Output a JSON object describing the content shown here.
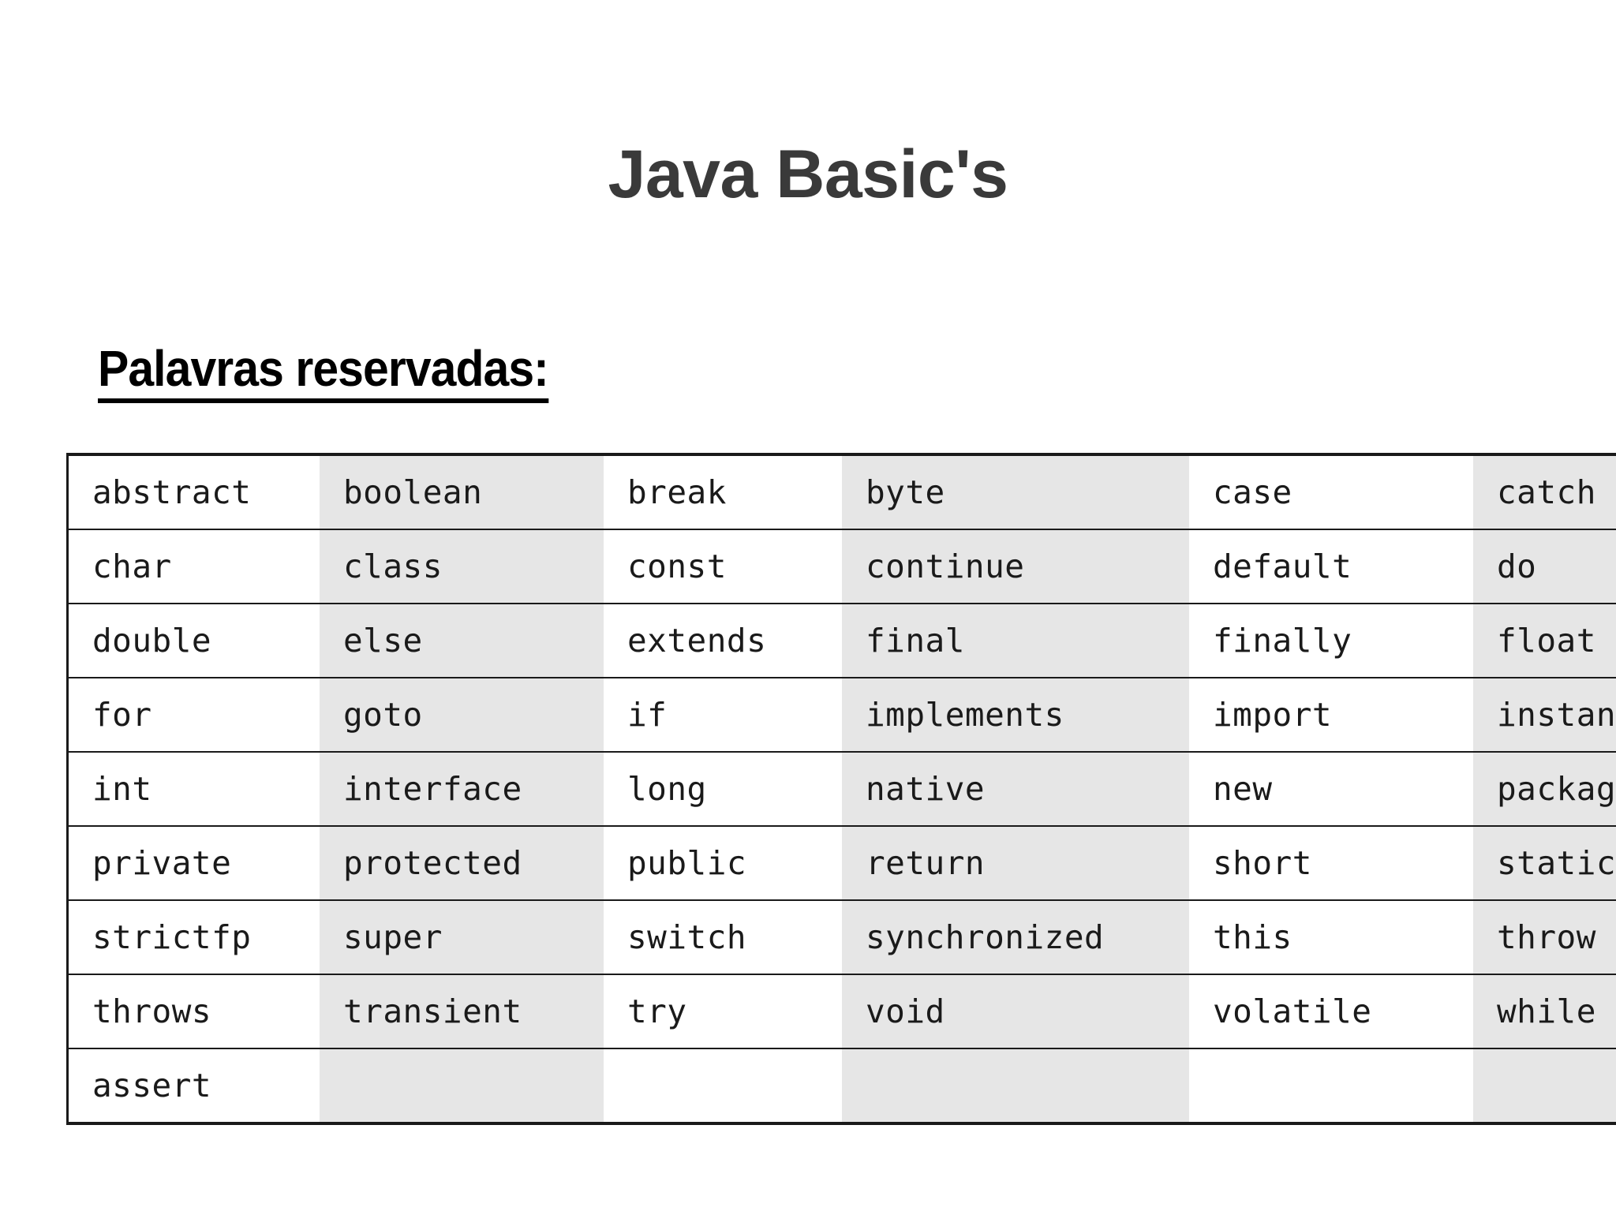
{
  "slide": {
    "title": "Java Basic's",
    "section_heading": "Palavras reservadas:",
    "background_color": "#ffffff",
    "title_color": "#3a3a3a",
    "heading_color": "#000000",
    "shaded_column_color": "#e6e6e6",
    "border_color": "#1a1a1a"
  },
  "keywords_table": {
    "columns": 6,
    "rows": [
      [
        "abstract",
        "boolean",
        "break",
        "byte",
        "case",
        "catch"
      ],
      [
        "char",
        "class",
        "const",
        "continue",
        "default",
        "do"
      ],
      [
        "double",
        "else",
        "extends",
        "final",
        "finally",
        "float"
      ],
      [
        "for",
        "goto",
        "if",
        "implements",
        "import",
        "instanceof"
      ],
      [
        "int",
        "interface",
        "long",
        "native",
        "new",
        "package"
      ],
      [
        "private",
        "protected",
        "public",
        "return",
        "short",
        "static"
      ],
      [
        "strictfp",
        "super",
        "switch",
        "synchronized",
        "this",
        "throw"
      ],
      [
        "throws",
        "transient",
        "try",
        "void",
        "volatile",
        "while"
      ],
      [
        "assert",
        "",
        "",
        "",
        "",
        ""
      ]
    ]
  }
}
